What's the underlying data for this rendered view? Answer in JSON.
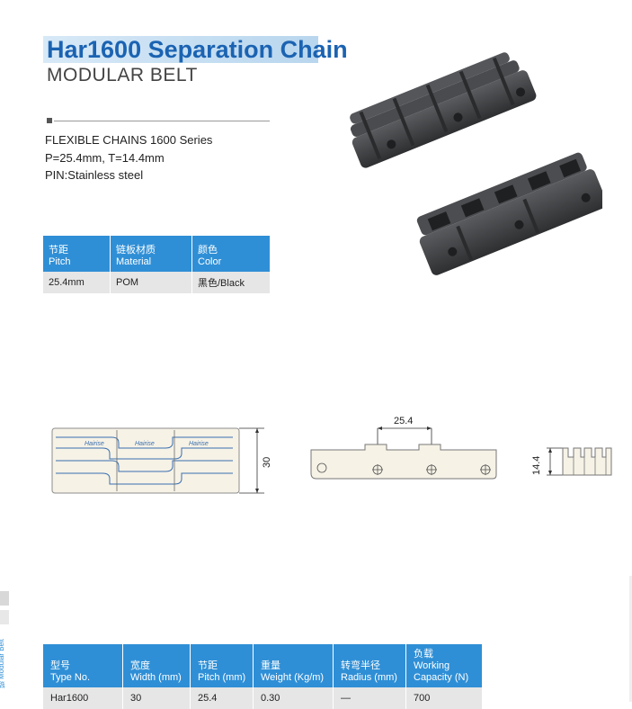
{
  "header": {
    "title": "Har1600 Separation Chain",
    "subtitle": "MODULAR BELT"
  },
  "specs": [
    "FLEXIBLE CHAINS 1600 Series",
    "P=25.4mm, T=14.4mm",
    "PIN:Stainless steel"
  ],
  "material_table": {
    "headers": [
      {
        "cn": "节距",
        "en": "Pitch"
      },
      {
        "cn": "链板材质",
        "en": "Material"
      },
      {
        "cn": "颜色",
        "en": "Color"
      }
    ],
    "row": [
      "25.4mm",
      "POM",
      "黑色/Black"
    ]
  },
  "drawings": {
    "top_view_logo": "Hairise",
    "top_view_width": "30",
    "side_view_pitch": "25.4",
    "end_view_height": "14.4"
  },
  "spec_table": {
    "headers": [
      {
        "cn": "型号",
        "en": "Type No."
      },
      {
        "cn": "宽度",
        "en": "Width (mm)"
      },
      {
        "cn": "节距",
        "en": "Pitch (mm)"
      },
      {
        "cn": "重量",
        "en": "Weight (Kg/m)"
      },
      {
        "cn": "转弯半径",
        "en": "Radius (mm)"
      },
      {
        "cn": "负载",
        "en": "Working Capacity (N)"
      }
    ],
    "row": [
      "Har1600",
      "30",
      "25.4",
      "0.30",
      "—",
      "700"
    ]
  },
  "side_tab": {
    "text": "链 Modular Belt"
  },
  "colors": {
    "accent": "#2f8fd6",
    "title": "#1b63b2",
    "chain": "#3a3b3d"
  }
}
